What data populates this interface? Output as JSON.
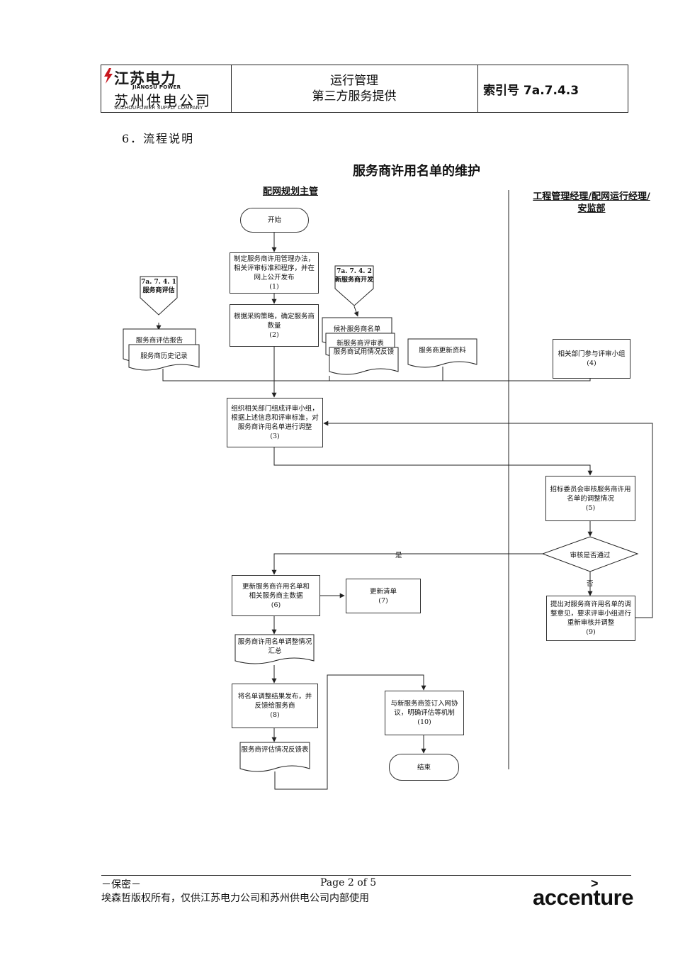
{
  "header": {
    "logo_brand": "江苏电力",
    "logo_brand_en": "JIANGSU POWER",
    "logo_company": "苏州供电公司",
    "logo_company_en": "SUZHOUPOWER SUPPLY COMPANY",
    "title_line1": "运行管理",
    "title_line2": "第三方服务提供",
    "index_no": "索引号 7a.7.4.3"
  },
  "section_heading": "6．流程说明",
  "chart_title": "服务商许用名单的维护",
  "lanes": {
    "left": "配网规划主管",
    "right": "工程管理经理/配网运行经理/安监部"
  },
  "nodes": {
    "start": "开始",
    "n1_text": "制定服务商许用管理办法，相关评审标准和程序，并在网上公开发布",
    "n1_num": "(1)",
    "n2_text": "根据采购策略，确定服务商数量",
    "n2_num": "(2)",
    "ref1": "7a. 7. 4. 1 服务商评估",
    "ref2": "7a. 7. 4. 2 新服务商开发",
    "doc_report": "服务商评估报告",
    "doc_history": "服务商历史记录",
    "doc_candidates": "候补服务商名单",
    "doc_newreview": "新服务商评审表",
    "doc_trial": "服务商试用情况反馈",
    "doc_update": "服务商更新资料",
    "n4_text": "相关部门参与评审小组",
    "n4_num": "(4)",
    "n3_text": "组织相关部门组成评审小组，根据上述信息和评审标准，对服务商许用名单进行调整",
    "n3_num": "(3)",
    "n5_text": "招标委员会审核服务商许用名单的调整情况",
    "n5_num": "(5)",
    "decision": "审核是否通过",
    "yes": "是",
    "no": "否",
    "n9_text": "提出对服务商许用名单的调整意见，要求评审小组进行重新审核并调整",
    "n9_num": "(9)",
    "n6_text": "更新服务商许用名单和相关服务商主数据",
    "n6_num": "(6)",
    "n7_text": "更新清单",
    "n7_num": "(7)",
    "doc_summary": "服务商许用名单调整情况汇总",
    "n8_text": "将名单调整结果发布，并反馈给服务商",
    "n8_num": "(8)",
    "doc_feedback": "服务商评估情况反馈表",
    "n10_text": "与新服务商签订入网协议，明确评估等机制",
    "n10_num": "(10)",
    "end": "结束"
  },
  "footer": {
    "confidential": "－保密－",
    "page": "Page 2 of 5",
    "copyright": "埃森哲版权所有，仅供江苏电力公司和苏州供电公司内部使用",
    "brand": "accenture"
  }
}
